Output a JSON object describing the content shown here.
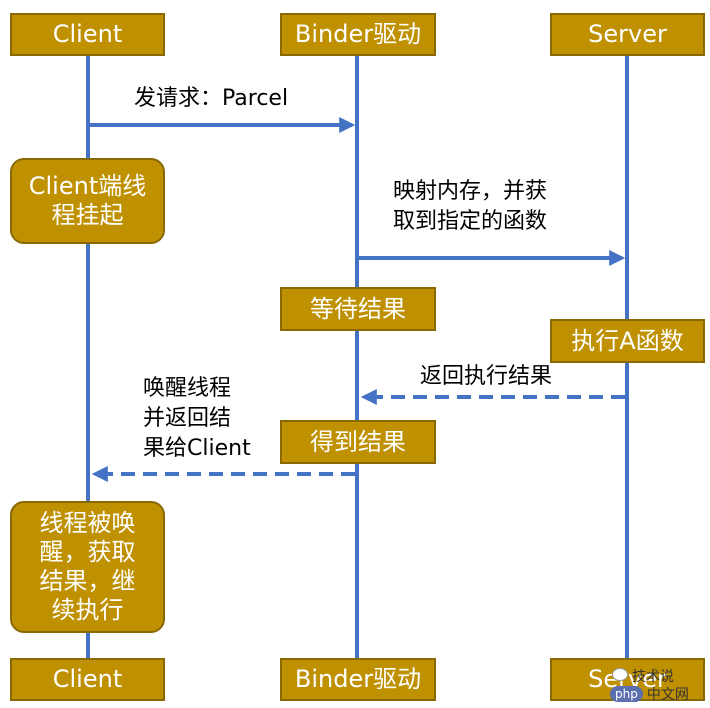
{
  "participants": {
    "client": "Client",
    "binder": "Binder驱动",
    "server": "Server"
  },
  "messages": {
    "send_request": "发请求：Parcel",
    "map_memory": [
      "映射内存，并获",
      "取到指定的函数"
    ],
    "return_result": "返回执行结果",
    "wake_thread": [
      "唤醒线程",
      "并返回结",
      "果给Client"
    ]
  },
  "activities": {
    "client_suspend": [
      "Client端线",
      "程挂起"
    ],
    "wait_result": "等待结果",
    "execute_a": "执行A函数",
    "get_result": "得到结果",
    "client_resume": [
      "线程被唤",
      "醒，获取",
      "结果，继",
      "续执行"
    ]
  },
  "watermark": {
    "top": "技术说",
    "badge": "php",
    "bottom": "中文网"
  },
  "colors": {
    "box_fill": "#bf9000",
    "box_border": "#8a6a00",
    "lifeline": "#4472c4",
    "arrow": "#4472c4"
  }
}
